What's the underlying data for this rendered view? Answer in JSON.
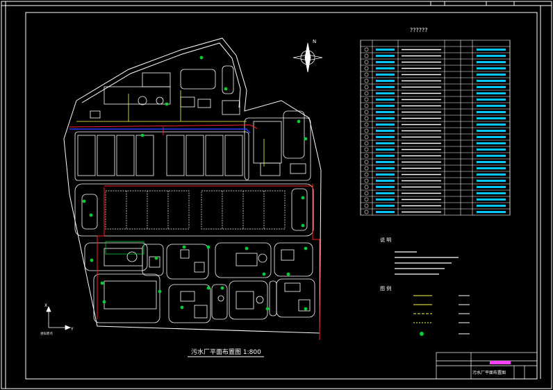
{
  "drawing": {
    "title": "污水厂平面布置图 1:800",
    "north_label": "N",
    "table_title": "??????",
    "notes_heading": "说 明",
    "legend_heading": "图 例",
    "title_block_name": "污水厂平面布置图",
    "axis_x": "X",
    "axis_y": "Y",
    "origin_label": "坐标原点"
  },
  "colors": {
    "frame": "#ffffff",
    "site": "#ffffff",
    "pipe_red": "#ff2020",
    "pipe_blue": "#2040ff",
    "pipe_yellow": "#ffff40",
    "tree": "#00cc33",
    "accent_cyan": "#00c8ff",
    "accent_magenta": "#ff40ff"
  },
  "table": {
    "rows": 28
  },
  "legend": {
    "items": 5
  }
}
